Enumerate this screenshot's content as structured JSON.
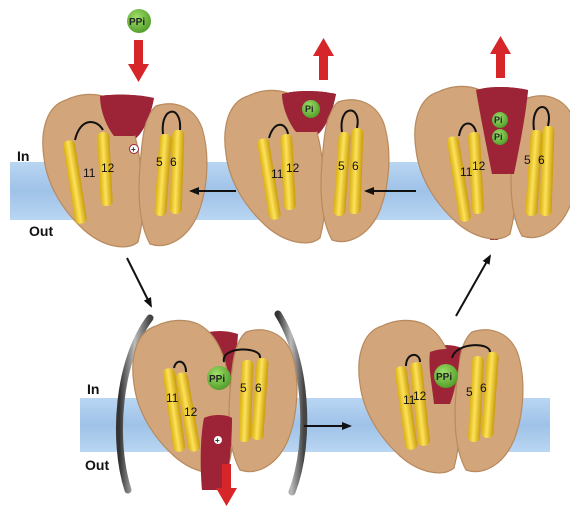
{
  "membrane": {
    "in_label": "In",
    "out_label": "Out"
  },
  "helices": {
    "h11": "11",
    "h12": "12",
    "h5": "5",
    "h6": "6"
  },
  "substrates": {
    "ppi": "PPi",
    "pi": "Pi",
    "charge": "+"
  },
  "colors": {
    "protein": "#d2a57a",
    "protein_edge": "#b88a5e",
    "pore": "#9c2436",
    "membrane": "#a9c8ea",
    "helix": "#f0cf2b",
    "substrate": "#6cbf3c",
    "arrow_red": "#d6262a"
  }
}
